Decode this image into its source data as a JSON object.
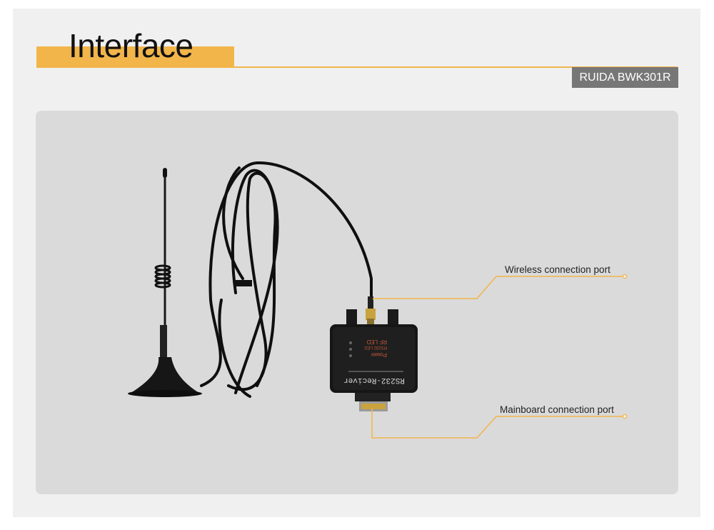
{
  "header": {
    "title": "Interface",
    "model": "RUIDA BWK301R"
  },
  "product": {
    "device_label": "RS232-Reciver",
    "led_labels": [
      "Power",
      "RS232 LED",
      "RF LED"
    ]
  },
  "callouts": {
    "wireless": "Wireless connection port",
    "mainboard": "Mainboard connection port"
  },
  "colors": {
    "accent": "#f2b54a",
    "badge": "#777777",
    "panel": "#dadada"
  }
}
